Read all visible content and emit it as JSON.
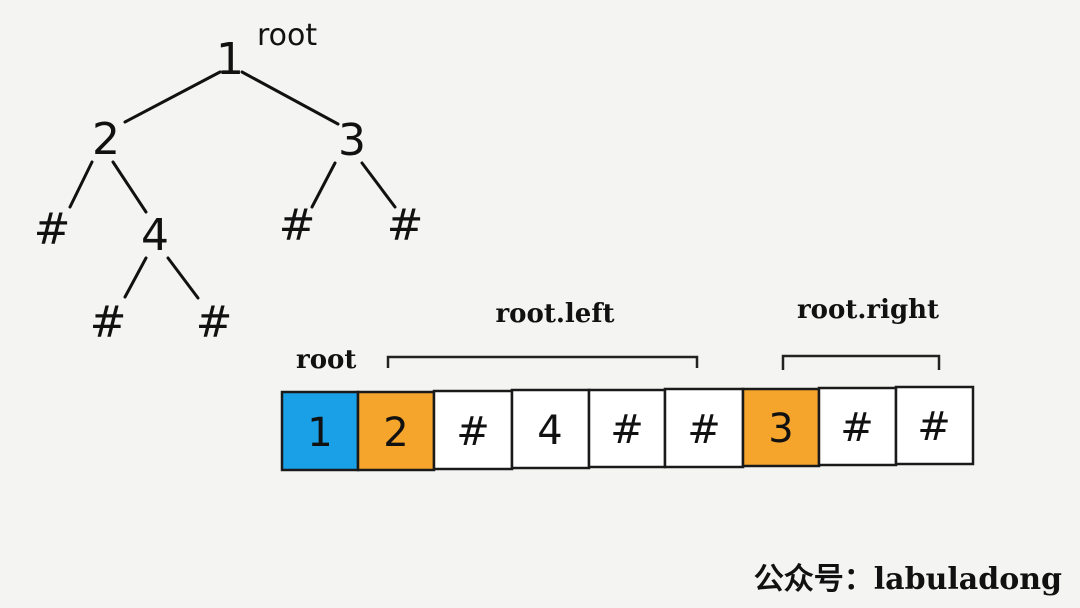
{
  "tree": {
    "root_label": "root",
    "nodes": [
      {
        "id": "n1",
        "label": "1"
      },
      {
        "id": "n2",
        "label": "2"
      },
      {
        "id": "n3",
        "label": "3"
      },
      {
        "id": "n4",
        "label": "4"
      },
      {
        "id": "n2_null",
        "label": "#"
      },
      {
        "id": "n4_left_null",
        "label": "#"
      },
      {
        "id": "n4_right_null",
        "label": "#"
      },
      {
        "id": "n3_left_null",
        "label": "#"
      },
      {
        "id": "n3_right_null",
        "label": "#"
      }
    ]
  },
  "array": {
    "root_label": "root",
    "left_label": "root.left",
    "right_label": "root.right",
    "cells": [
      "1",
      "2",
      "#",
      "4",
      "#",
      "#",
      "3",
      "#",
      "#"
    ]
  },
  "colors": {
    "root_cell": "#1aa0e6",
    "child_root_cell": "#f5a52b",
    "plain_cell": "#ffffff"
  },
  "watermark": {
    "text": "公众号：labuladong"
  }
}
